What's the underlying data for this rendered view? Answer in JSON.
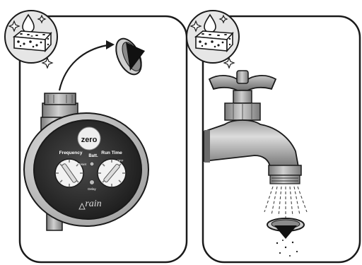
{
  "panels": [
    {
      "id": "left",
      "icon": "cleaning-sponge-icon",
      "subject": "timer-with-filter-removed"
    },
    {
      "id": "right",
      "icon": "cleaning-sponge-icon",
      "subject": "rinse-filter-under-tap"
    }
  ],
  "timer": {
    "brand_badge": "zero",
    "frequency_label": "Frequency",
    "batt_label": "Batt.",
    "run_time_label": "Run Time",
    "off_label": "OFF",
    "reset_label": "Reset",
    "delay_label": "Delay",
    "logo_text": "rain"
  },
  "colors": {
    "line": "#1a1a1a",
    "timer_face": "#222222",
    "metal": "#8e8e8e",
    "badge_bg": "#e6e6e6"
  }
}
